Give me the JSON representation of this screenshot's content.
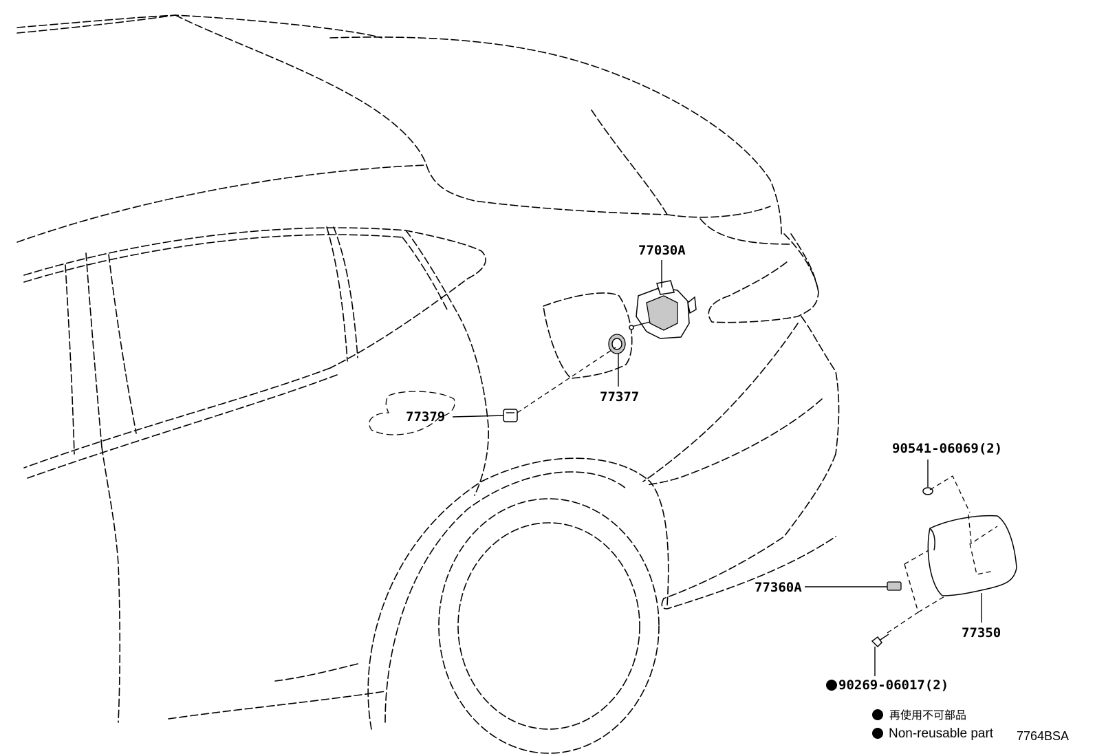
{
  "callouts": {
    "p77030A": "77030A",
    "p77377": "77377",
    "p77379": "77379",
    "p90541": "90541-06069(2)",
    "p77360A": "77360A",
    "p77350": "77350",
    "p90269": "90269-06017(2)"
  },
  "legend": {
    "marker": "●",
    "label_jp": "再使用不可部品",
    "label_en": "Non-reusable part"
  },
  "diagram_code": "7764BSA"
}
